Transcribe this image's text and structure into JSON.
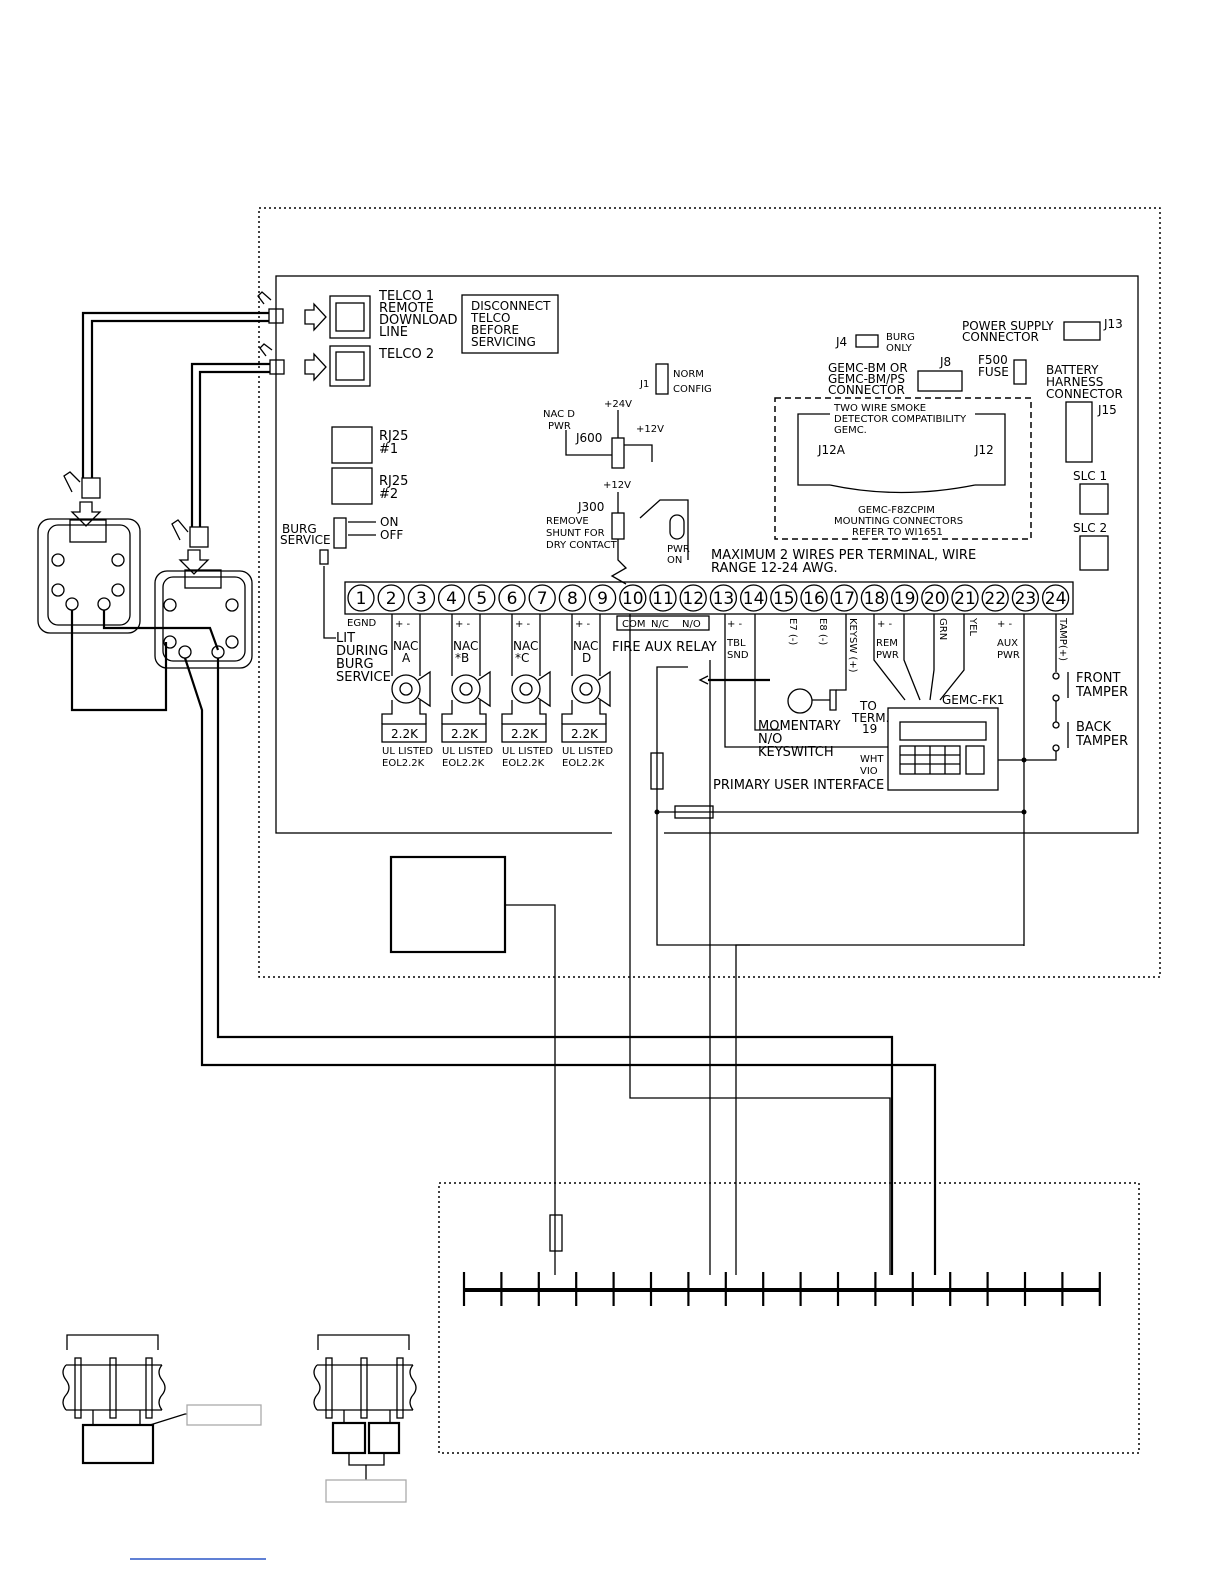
{
  "telco": {
    "telco1": [
      "TELCO 1",
      "REMOTE",
      "DOWNLOAD",
      "LINE"
    ],
    "telco2": "TELCO 2",
    "disconnect": [
      "DISCONNECT",
      "TELCO",
      "BEFORE",
      "SERVICING"
    ],
    "rj25_1": [
      "RJ25",
      "#1"
    ],
    "rj25_2": [
      "RJ25",
      "#2"
    ]
  },
  "jumpers": {
    "j1": "J1",
    "norm": "NORM",
    "config": "CONFIG",
    "j600": "J600",
    "nacd_pwr": [
      "NAC D",
      "PWR"
    ],
    "v24": "+24V",
    "v12a": "+12V",
    "v12b": "+12V",
    "j300": "J300",
    "remove_shunt": [
      "REMOVE",
      "SHUNT FOR",
      "DRY CONTACT"
    ],
    "pwr_on": [
      "PWR",
      "ON"
    ],
    "j4": "J4",
    "burg_only": [
      "BURG",
      "ONLY"
    ],
    "gemc_bm": [
      "GEMC-BM OR",
      "GEMC-BM/PS",
      "CONNECTOR"
    ],
    "j8": "J8",
    "f500": [
      "F500",
      "FUSE"
    ],
    "power_supply": [
      "POWER SUPPLY",
      "CONNECTOR"
    ],
    "j13": "J13",
    "battery": [
      "BATTERY",
      "HARNESS",
      "CONNECTOR"
    ],
    "j15": "J15",
    "slc1": "SLC 1",
    "slc2": "SLC 2",
    "smoke": [
      "TWO WIRE SMOKE",
      "DETECTOR COMPATIBILITY",
      "GEMC."
    ],
    "j12a": "J12A",
    "j12": "J12",
    "f8zcpim": [
      "GEMC-F8ZCPIM",
      "MOUNTING CONNECTORS",
      "REFER TO WI1651"
    ],
    "burg_service": [
      "BURG",
      "SERVICE"
    ],
    "on": "ON",
    "off": "OFF",
    "lit": [
      "LIT",
      "DURING",
      "BURG",
      "SERVICE"
    ]
  },
  "terminal_note": [
    "MAXIMUM 2 WIRES PER TERMINAL, WIRE",
    "RANGE 12-24 AWG."
  ],
  "terminals": [
    "1",
    "2",
    "3",
    "4",
    "5",
    "6",
    "7",
    "8",
    "9",
    "10",
    "11",
    "12",
    "13",
    "14",
    "15",
    "16",
    "17",
    "18",
    "19",
    "20",
    "21",
    "22",
    "23",
    "24"
  ],
  "terminal_labels": {
    "egnd": "EGND",
    "nac_a": [
      "NAC",
      "A"
    ],
    "nac_b": [
      "NAC",
      "*B"
    ],
    "nac_c": [
      "NAC",
      "*C"
    ],
    "nac_d": [
      "NAC",
      "D"
    ],
    "com": "COM",
    "nc": "N/C",
    "no": "N/O",
    "fire_aux": "FIRE  AUX  RELAY",
    "tbl_snd": [
      "TBL",
      "SND"
    ],
    "e7": "E7 (-)",
    "e8": "E8 (-)",
    "keysw": "KEYSW (+)",
    "rem_pwr": [
      "REM",
      "PWR"
    ],
    "grn": "GRN",
    "yel": "YEL",
    "aux_pwr": [
      "AUX",
      "PWR"
    ],
    "tamp": "TAMP(+)",
    "pm": "+ -"
  },
  "eol": {
    "r": "2.2K",
    "ul1": "UL LISTED",
    "ul2": "EOL2.2K"
  },
  "keypad": {
    "model": "GEMC-FK1",
    "to_term": [
      "TO",
      "TERM.",
      "19"
    ],
    "momentary": [
      "MOMENTARY",
      "N/O",
      "KEYSWITCH"
    ],
    "wht": "WHT",
    "vio": "VIO",
    "primary": "PRIMARY USER INTERFACE"
  },
  "tamper": {
    "front": [
      "FRONT",
      "TAMPER"
    ],
    "back": [
      "BACK",
      "TAMPER"
    ]
  }
}
